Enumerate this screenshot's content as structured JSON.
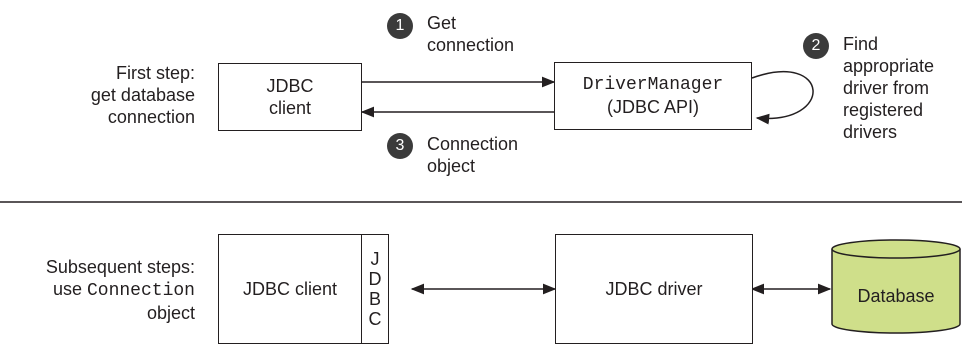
{
  "top": {
    "side_label": [
      "First step:",
      "get database",
      "connection"
    ],
    "client_box": [
      "JDBC",
      "client"
    ],
    "manager_box": {
      "mono": "DriverManager",
      "sub": "(JDBC API)"
    },
    "step1": {
      "num": "1",
      "text": [
        "Get",
        "connection"
      ]
    },
    "step2": {
      "num": "2",
      "text": [
        "Find",
        "appropriate",
        "driver from",
        "registered",
        "drivers"
      ]
    },
    "step3": {
      "num": "3",
      "text": [
        "Connection",
        "object"
      ]
    }
  },
  "bottom": {
    "side_label": {
      "line1": "Subsequent steps:",
      "line2_prefix": "use ",
      "line2_mono": "Connection",
      "line3": "object"
    },
    "client_box": "JDBC client",
    "jdbc_letters": [
      "J",
      "D",
      "B",
      "C"
    ],
    "driver_box": "JDBC driver",
    "database": "Database"
  },
  "colors": {
    "database_fill": "#cfdf8a",
    "badge": "#3b3b3b",
    "stroke": "#231f20"
  }
}
